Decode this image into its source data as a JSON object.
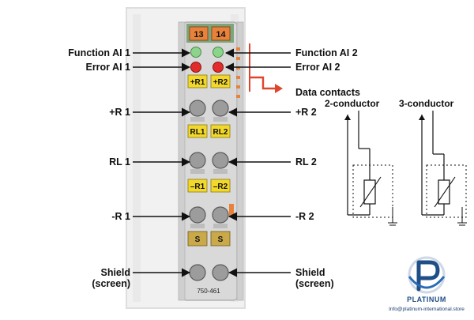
{
  "module": {
    "model": "750-461",
    "top_terminals": [
      "13",
      "14"
    ],
    "slot_tags": [
      "+R1",
      "+R2",
      "RL1",
      "RL2",
      "–R1",
      "–R2",
      "S",
      "S"
    ]
  },
  "labels": {
    "left": {
      "function_ai1": "Function AI 1",
      "error_ai1": "Error AI 1",
      "plus_r1": "+R 1",
      "rl1": "RL 1",
      "minus_r1": "-R 1",
      "shield_line1": "Shield",
      "shield_line2": "(screen)"
    },
    "right": {
      "function_ai2": "Function AI 2",
      "error_ai2": "Error AI 2",
      "data_contacts": "Data contacts",
      "plus_r2": "+R 2",
      "rl2": "RL 2",
      "minus_r2": "-R 2",
      "shield_line1": "Shield",
      "shield_line2": "(screen)"
    },
    "wiring": {
      "two_conductor": "2-conductor",
      "three_conductor": "3-conductor"
    }
  },
  "watermark": {
    "brand": "PLATINUM",
    "url": "Info@platinum-international.store"
  },
  "colors": {
    "module_body": "#d9d9d9",
    "terminal_orange": "#e8823a",
    "led_green": "#8cd48c",
    "led_red": "#e22b2b",
    "tag_yellow": "#f2d82a",
    "tag_olive": "#c9a94a",
    "data_contact_red": "#e0452b",
    "brand_blue": "#1f4f86"
  },
  "icons": [
    "platinum-logo-icon",
    "rtd-sensor-icon",
    "ground-icon"
  ]
}
